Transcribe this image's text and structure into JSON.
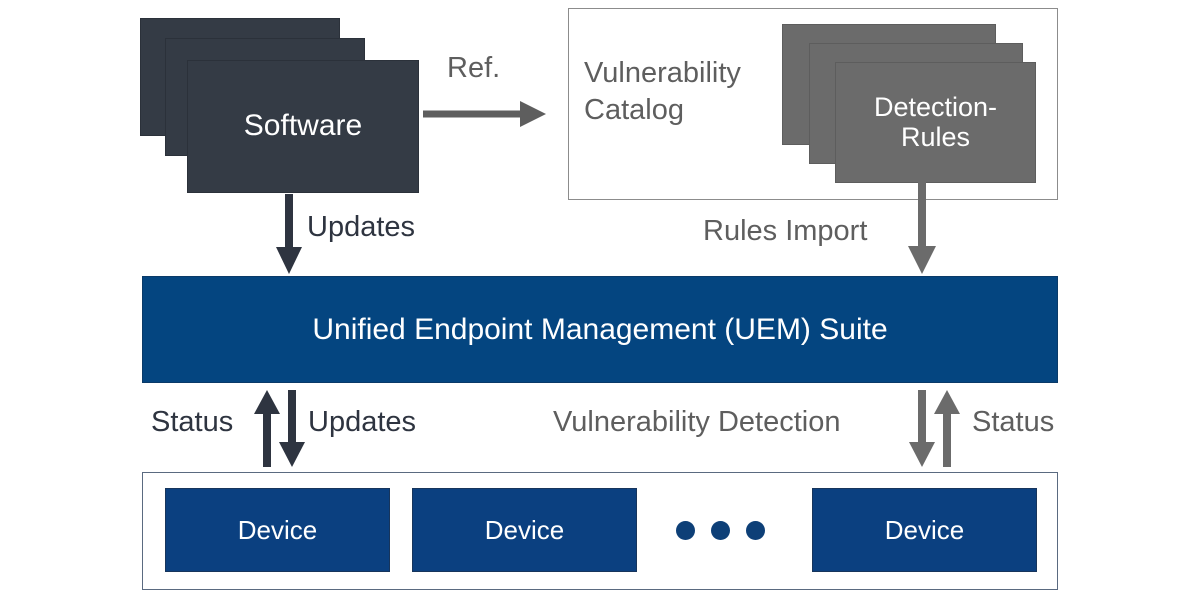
{
  "diagram": {
    "title": "UEM vulnerability management architecture",
    "colors": {
      "dark_card": "#343b45",
      "gray_card": "#6b6b6b",
      "navy": "#044580",
      "device_navy": "#0b4080",
      "dark_text": "#2e3440",
      "gray_text": "#5e5e5e",
      "panel_border": "#8c8c8c"
    },
    "software": {
      "label": "Software",
      "stack_count": 3
    },
    "catalog": {
      "label": "Vulnerability Catalog",
      "label_line1": "Vulnerability",
      "label_line2": "Catalog"
    },
    "detection_rules": {
      "label": "Detection-Rules",
      "label_line1": "Detection-",
      "label_line2": "Rules",
      "stack_count": 3
    },
    "uem": {
      "label": "Unified Endpoint Management (UEM) Suite"
    },
    "devices": {
      "items": [
        {
          "label": "Device"
        },
        {
          "label": "Device"
        },
        {
          "label": "Device"
        }
      ],
      "ellipsis_dots": 3
    },
    "arrows": [
      {
        "id": "ref-arrow",
        "label": "Ref.",
        "from": "Software",
        "to": "Vulnerability Catalog",
        "direction": "right",
        "color": "#5e5e5e"
      },
      {
        "id": "updates-top-arrow",
        "label": "Updates",
        "from": "Software",
        "to": "Unified Endpoint Management (UEM) Suite",
        "direction": "down",
        "color": "#2e3440"
      },
      {
        "id": "rules-import-arrow",
        "label": "Rules Import",
        "from": "Detection-Rules",
        "to": "Unified Endpoint Management (UEM) Suite",
        "direction": "down",
        "color": "#6b6b6b"
      },
      {
        "id": "status-left-arrow",
        "label": "Status",
        "from": "Device",
        "to": "Unified Endpoint Management (UEM) Suite",
        "direction": "up",
        "color": "#2e3440"
      },
      {
        "id": "updates-bottom-arrow",
        "label": "Updates",
        "from": "Unified Endpoint Management (UEM) Suite",
        "to": "Device",
        "direction": "down",
        "color": "#2e3440"
      },
      {
        "id": "vulnerability-detection-arrow",
        "label": "Vulnerability Detection",
        "from": "Unified Endpoint Management (UEM) Suite",
        "to": "Device",
        "direction": "down",
        "color": "#6b6b6b"
      },
      {
        "id": "status-right-arrow",
        "label": "Status",
        "from": "Device",
        "to": "Unified Endpoint Management (UEM) Suite",
        "direction": "up",
        "color": "#6b6b6b"
      }
    ],
    "labels": {
      "ref": "Ref.",
      "updates_top": "Updates",
      "rules_import": "Rules Import",
      "status_left": "Status",
      "updates_bottom": "Updates",
      "vulnerability_detection": "Vulnerability Detection",
      "status_right": "Status"
    }
  }
}
